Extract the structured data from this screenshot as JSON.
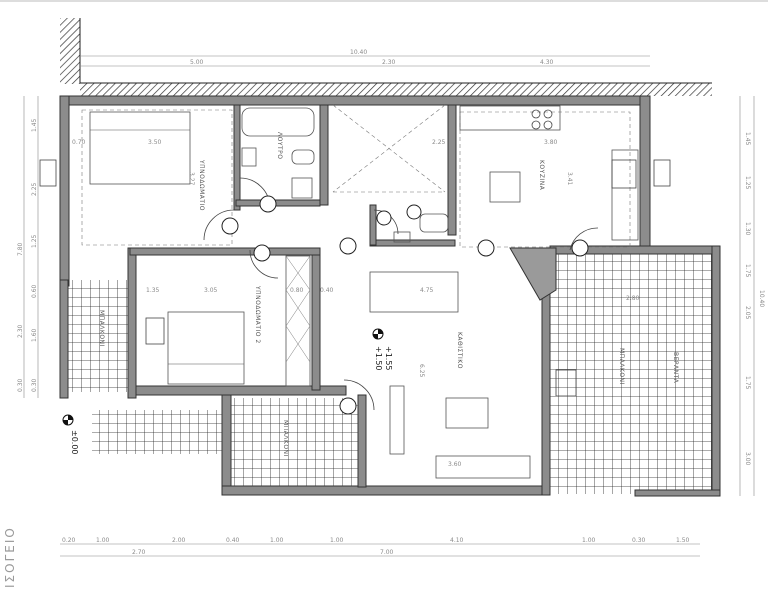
{
  "title": "ΙΣΟΓΕΙΟ",
  "rooms": {
    "bedroom": "ΥΠΝΟΔΩΜΑΤΙΟ",
    "bedroom2": "ΥΠΝΟΔΩΜΑΤΙΟ 2",
    "bath": "ΛΟΥΤΡΟ",
    "kitchen": "ΚΟΥΖΙΝΑ",
    "living": "ΚΑΘΙΣΤΙΚΟ",
    "balcony_left": "ΜΠΑΛΚΟΝΙ",
    "balcony_bottom": "ΜΠΑΛΚΟΝΙ",
    "balcony_right": "ΜΠΑΛΚΟΝΙ",
    "veranda": "ΒΕΡΑΝΤΑ"
  },
  "levels": {
    "floor_a": "+1.55",
    "floor_b": "+1.50",
    "ground": "±0.00"
  },
  "dims_top": {
    "total": "10.40",
    "seg1": "5.00",
    "seg2": "2.30",
    "seg3": "4.30"
  },
  "dims_bottom": {
    "d1": "0.20",
    "d2": "1.00",
    "d3": "2.00",
    "d4": "0.40",
    "d5": "1.00",
    "d6": "1.00",
    "d7": "4.10",
    "d8": "1.00",
    "d9": "0.30",
    "d10": "1.50",
    "t1": "2.70",
    "t2": "7.00"
  },
  "dims_left": {
    "l1": "1.45",
    "l2": "2.25",
    "l3": "1.25",
    "l4": "0.60",
    "l5": "1.60",
    "l6": "0.30",
    "l7": "2.30",
    "l8": "0.30",
    "total": "7.80"
  },
  "dims_right": {
    "r1": "1.45",
    "r2": "1.25",
    "r3": "1.30",
    "r4": "1.75",
    "r5": "2.05",
    "r6": "1.75",
    "r7": "3.00",
    "total": "10.40"
  },
  "dims_inner": {
    "bed_w": "3.50",
    "bed_h": "3.27",
    "bath_w": "2.25",
    "kit_w": "3.80",
    "kit_h": "3.41",
    "bed2_w": "3.05",
    "liv_w": "4.75",
    "liv_h": "6.25",
    "liv_bot": "3.60",
    "ver_w": "2.80",
    "hall_w": "0.80",
    "w_a": "0.70",
    "w_b": "1.35",
    "w_c": "0.40"
  }
}
